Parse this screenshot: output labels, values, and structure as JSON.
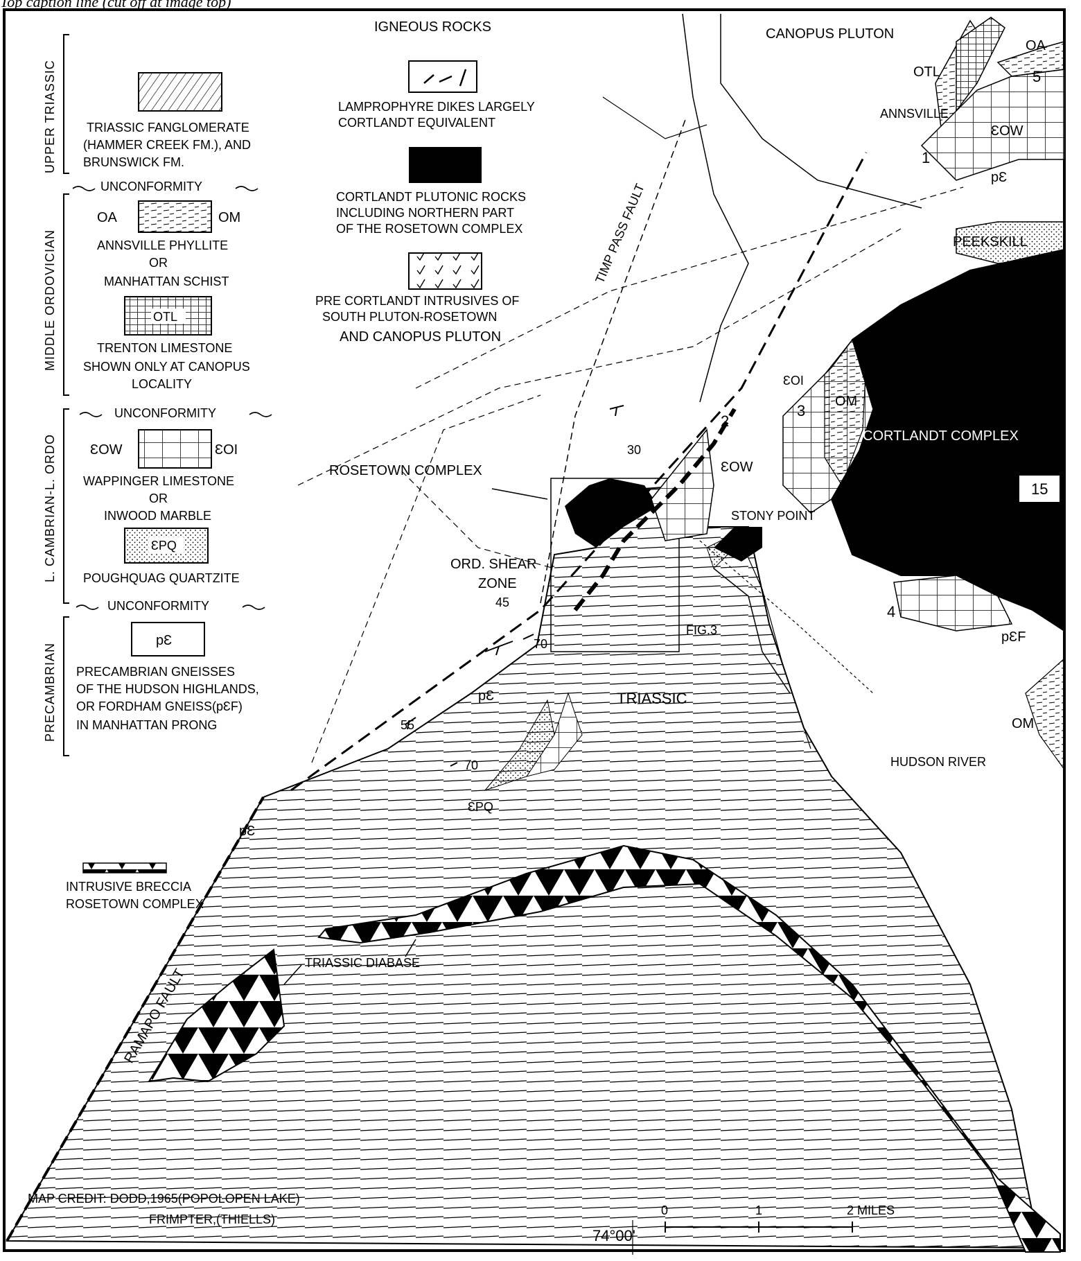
{
  "header_fragment": "Top caption line (cut off at image top)",
  "legend": {
    "periods": {
      "upper_triassic": "UPPER TRIASSIC",
      "middle_ordovician": "MIDDLE ORDOVICIAN",
      "l_cambrian_l_ordo": "L. CAMBRIAN-L. ORDO",
      "precambrian": "PRECAMBRIAN"
    },
    "triassic_fanglomerate": [
      "TRIASSIC FANGLOMERATE",
      "(HAMMER CREEK FM.), AND",
      "BRUNSWICK FM."
    ],
    "unconformity": "UNCONFORMITY",
    "oa_symbol": "OA",
    "om_symbol": "OM",
    "annsville": [
      "ANNSVILLE PHYLLITE",
      "OR",
      "MANHATTAN SCHIST"
    ],
    "otl_symbol": "OTL",
    "trenton": [
      "TRENTON LIMESTONE",
      "SHOWN ONLY AT CANOPUS",
      "LOCALITY"
    ],
    "eow_symbol": "ƐOW",
    "eoi_symbol": "ƐOI",
    "wappinger": [
      "WAPPINGER LIMESTONE",
      "OR",
      "INWOOD MARBLE"
    ],
    "epq_symbol": "ƐPQ",
    "poughquag": "POUGHQUAG QUARTZITE",
    "pe_symbol": "pƐ",
    "precambrian_gneiss": [
      "PRECAMBRIAN GNEISSES",
      "OF THE HUDSON HIGHLANDS,",
      "OR FORDHAM GNEISS(pƐF)",
      "IN MANHATTAN PRONG"
    ],
    "igneous_title": "IGNEOUS ROCKS",
    "lamprophyre": [
      "LAMPROPHYRE DIKES LARGELY",
      "CORTLANDT EQUIVALENT"
    ],
    "cortlandt": [
      "CORTLANDT PLUTONIC ROCKS",
      "INCLUDING NORTHERN PART",
      "OF THE ROSETOWN COMPLEX"
    ],
    "precortlandt": [
      "PRE CORTLANDT INTRUSIVES OF",
      "SOUTH PLUTON-ROSETOWN",
      "AND CANOPUS PLUTON"
    ],
    "breccia": [
      "INTRUSIVE BRECCIA",
      "ROSETOWN COMPLEX"
    ]
  },
  "map_labels": {
    "canopus_pluton": "CANOPUS PLUTON",
    "oa": "OA",
    "otl": "OTL",
    "five": "5",
    "annsville": "ANNSVILLE",
    "eow": "ƐOW",
    "one": "1",
    "pe_ne": "pƐ",
    "peekskill": "PEEKSKILL",
    "timp_pass_fault": "TIMP PASS FAULT",
    "eoi": "ƐOI",
    "three": "3",
    "om": "OM",
    "cortlandt_complex": "CORTLANDT COMPLEX",
    "route": "15",
    "two": "2",
    "eow2": "ƐOW",
    "rosetown_complex": "ROSETOWN COMPLEX",
    "thirty": "30",
    "stony_point": "STONY POINT",
    "ord_shear": "ORD. SHEAR",
    "zone": "ZONE",
    "fortyfive": "45",
    "seventy_a": "70",
    "fig3": "FIG.3",
    "four": "4",
    "pef": "pƐF",
    "pe_mid": "pƐ",
    "triassic": "TRIASSIC",
    "om_se": "OM",
    "hudson_river": "HUDSON RIVER",
    "fiftyfive": "55",
    "seventy_b": "70",
    "epq": "ƐPQ",
    "pe_west": "pƐ",
    "triassic_diabase": "TRIASSIC DIABASE",
    "ramapo_fault": "RAMAPO FAULT",
    "credit_1": "MAP CREDIT: DODD,1965(POPOLOPEN LAKE)",
    "credit_2": "FRIMPTER,(THIELLS)",
    "longitude": "74°00'",
    "scale_0": "0",
    "scale_1": "1",
    "scale_2": "2 MILES"
  }
}
